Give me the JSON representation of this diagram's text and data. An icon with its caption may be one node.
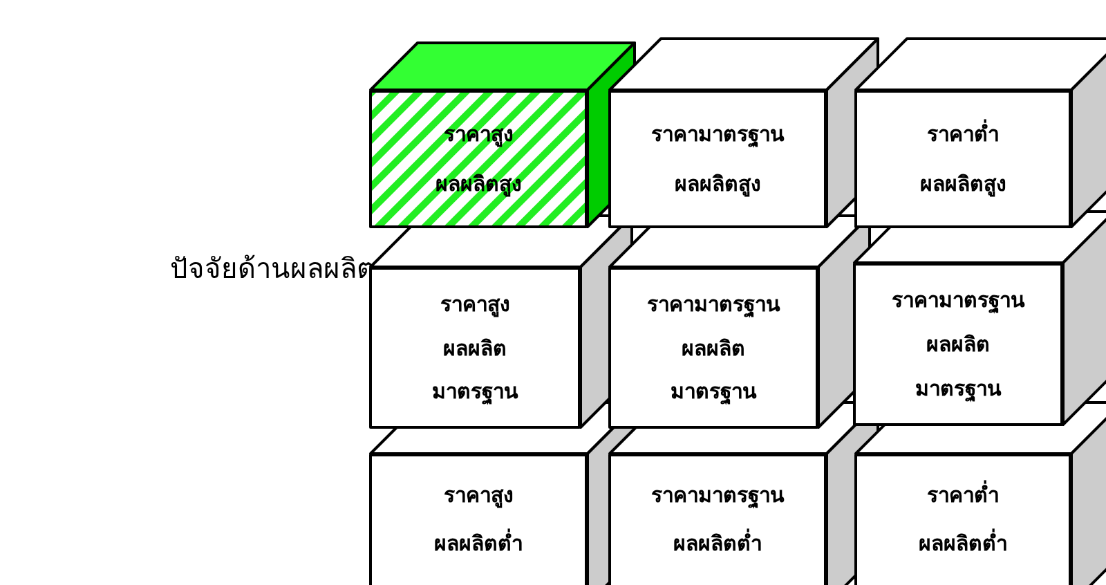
{
  "diagram": {
    "nodes": [
      {
        "text": [
          "ราคาสูง",
          "ผลผลิตสูง"
        ]
      },
      {
        "text": [
          "ราคามาตรฐาน",
          "ผลผลิตสูง"
        ]
      },
      {
        "text": [
          "ราคาต่ำ",
          "ผลผลิตสูง"
        ]
      },
      {
        "text": [
          "ราคาสูง",
          "ผลผลิต",
          "มาตรฐาน"
        ]
      },
      {
        "text": [
          "ราคามาตรฐาน",
          "ผลผลิต",
          "มาตรฐาน"
        ]
      },
      {
        "text": [
          "ราคามาตรฐาน",
          "ผลผลิต",
          "มาตรฐาน"
        ]
      },
      {
        "text": [
          "ราคาสูง",
          "ผลผลิตต่ำ"
        ]
      },
      {
        "text": [
          "ราคามาตรฐาน",
          "ผลผลิตต่ำ"
        ]
      },
      {
        "text": [
          "ราคาต่ำ",
          "ผลผลิตต่ำ"
        ]
      }
    ],
    "labels": [
      "ปัจจัยด้านผลผลิต"
    ]
  }
}
